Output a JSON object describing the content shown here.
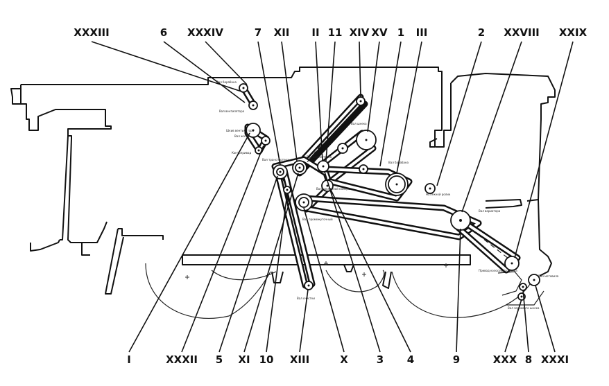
{
  "callouts": {
    "top": [
      "XXXIII",
      "6",
      "XXXIV",
      "7",
      "XII",
      "II",
      "11",
      "XIV",
      "XV",
      "1",
      "III",
      "2",
      "XXVIII",
      "XXIX"
    ],
    "bottom": [
      "I",
      "XXXII",
      "5",
      "XI",
      "10",
      "XIII",
      "X",
      "3",
      "4",
      "9",
      "XXX",
      "8",
      "XXXI"
    ]
  },
  "notes": {
    "n1": "Вал барабана",
    "n2": "Вал вентилятора",
    "n3": "Шкив вентилятора",
    "n4": "Контрпривод",
    "n5": "Вал соломотряса",
    "n6": "Вал шнека",
    "n7": "Вал барабана",
    "n8": "Натяжной ролик",
    "n9": "Вал промежуточный",
    "n10": "Вал очистки",
    "n11": "Привод колосового шнека",
    "n12": "Вал мотовила",
    "n13": "Вал зернового шнека",
    "n14": "Вал наклонной камеры",
    "n15": "Вал транспортера",
    "n16": "Вал вариатора",
    "n17": "Вал жатки"
  }
}
